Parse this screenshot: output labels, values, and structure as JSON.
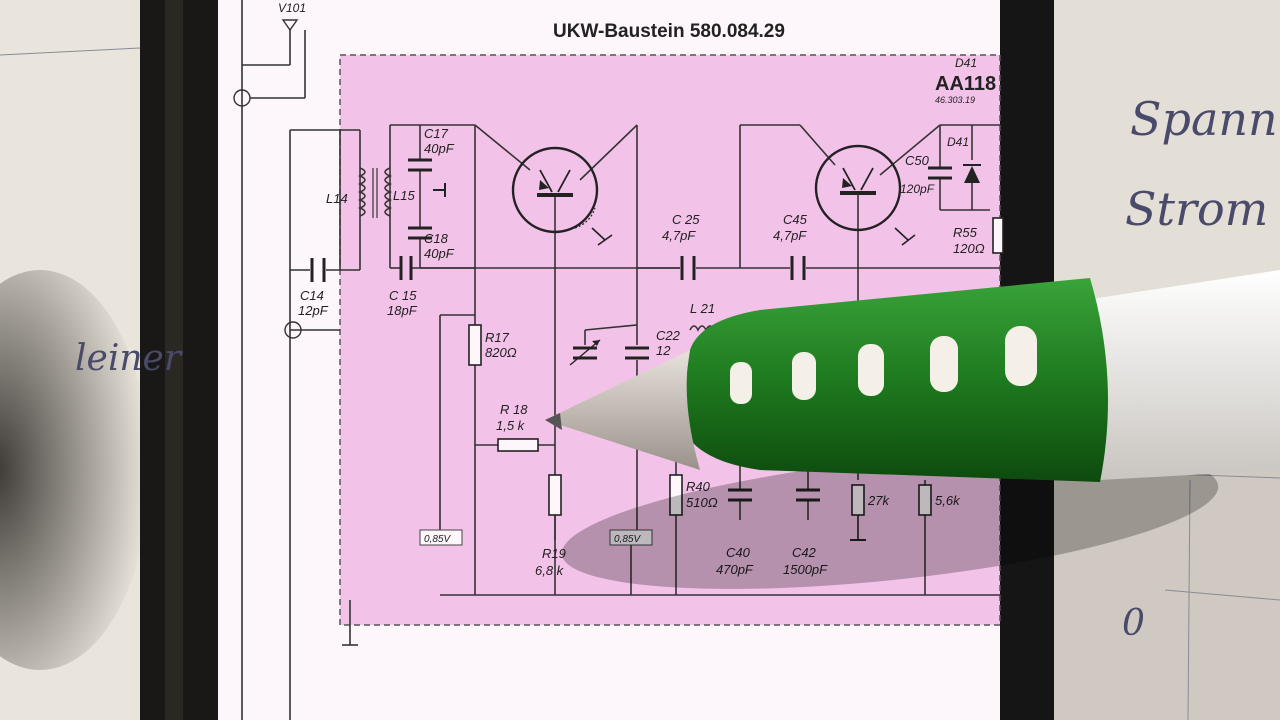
{
  "schematic": {
    "title": "UKW-Baustein 580.084.29",
    "tube_label": "V101",
    "diode_part": "D41",
    "diode_type": "AA118",
    "diode_partno": "46.303.19",
    "components": {
      "L14": "L14",
      "L15": "L15",
      "L21": "L 21",
      "C14": "C14",
      "C14_val": "12pF",
      "C15": "C 15",
      "C15_val": "18pF",
      "C17": "C17",
      "C17_val": "40pF",
      "C18": "C18",
      "C18_val": "40pF",
      "C22": "C22",
      "C22_val": "12",
      "C25": "C 25",
      "C25_val": "4,7pF",
      "C45": "C45",
      "C45_val": "4,7pF",
      "C50": "C50",
      "C50_val": "120pF",
      "C40": "C40",
      "C40_val": "470pF",
      "C42": "C42",
      "C42_val": "1500pF",
      "R17": "R17",
      "R17_val": "820Ω",
      "R18": "R 18",
      "R18_val": "1,5 k",
      "R19": "R19",
      "R19_val": "6,8 k",
      "R40": "R40",
      "R40_val": "510Ω",
      "R55": "R55",
      "R55_val": "120Ω",
      "R_27k": "27k",
      "R_56k": "5,6k",
      "V1": "0,85V",
      "V2": "0,85V"
    }
  },
  "handwriting": {
    "left": "leiner",
    "right1": "Spann",
    "right2": "Strom",
    "right3": "0"
  },
  "colors": {
    "paper": "#fdf6fb",
    "pink": "#f3c2e8",
    "pen_green": "#1e7a1e",
    "frame_black": "#151515"
  }
}
